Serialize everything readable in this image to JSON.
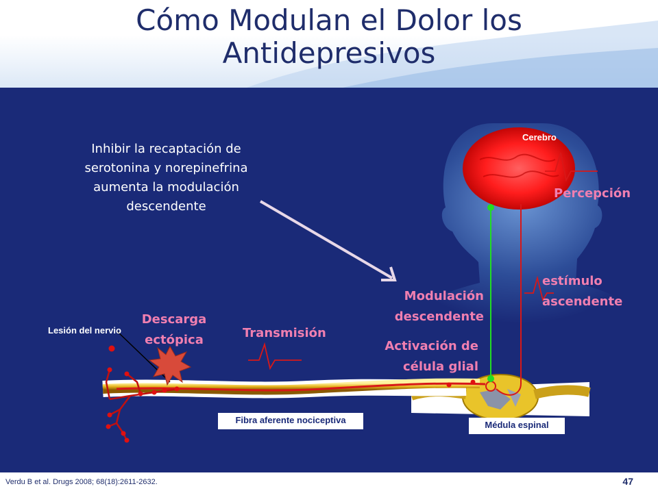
{
  "slide": {
    "title_line1": "Cómo Modulan el Dolor los",
    "title_line2": "Antidepresivos",
    "main_text": "Inhibir la recaptación de serotonina y norepinefrina aumenta la modulación descendente",
    "reference": "Verdu B et al. Drugs 2008; 68(18):2611-2632.",
    "page_number": "47"
  },
  "labels": {
    "cerebro": "Cerebro",
    "percepcion": "Percepción",
    "estimulo_1": "estímulo",
    "estimulo_2": "ascendente",
    "modulacion_1": "Modulación",
    "modulacion_2": "descendente",
    "activacion_1": "Activación de",
    "activacion_2": "célula glial",
    "descarga_1": "Descarga",
    "descarga_2": "ectópica",
    "transmision": "Transmisión",
    "lesion": "Lesión del nervio",
    "fibra": "Fibra aferente nociceptiva",
    "medula": "Médula espinal"
  },
  "colors": {
    "title": "#1f2d6b",
    "panel": "#1a2a78",
    "pink_label": "#f07fb0",
    "brain": "#ff2a2a",
    "descending_pathway": "#22dd22",
    "nerve": "#d81818"
  }
}
